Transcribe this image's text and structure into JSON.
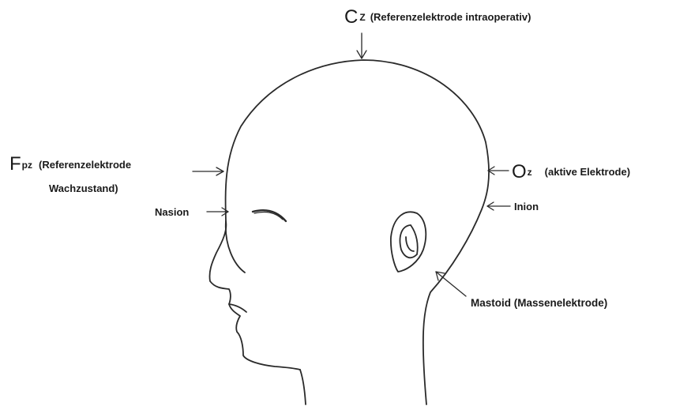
{
  "labels": {
    "cz": {
      "main": "C",
      "sub": "Z",
      "text": "(Referenzelektrode intraoperativ)"
    },
    "fpz": {
      "main": "F",
      "sub": "pz",
      "line1": "(Referenzelektrode",
      "line2": "Wachzustand)"
    },
    "oz": {
      "main": "O",
      "sub": "z",
      "text": "(aktive Elektrode)"
    },
    "nasion": "Nasion",
    "inion": "Inion",
    "mastoid": "Mastoid (Massenelektrode)"
  }
}
